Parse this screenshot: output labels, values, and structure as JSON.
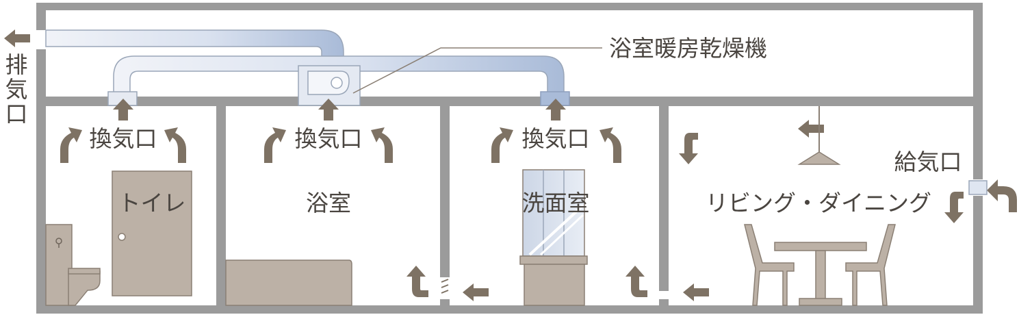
{
  "labels": {
    "exhaust_outlet": "排気口",
    "dryer": "浴室暖房乾燥機",
    "vent_toilet": "換気口",
    "vent_bath": "換気口",
    "vent_washroom": "換気口",
    "supply_inlet": "給気口",
    "toilet_door": "トイレ",
    "bathroom": "浴室",
    "washroom": "洗面室",
    "living_dining": "リビング・ダイニング"
  },
  "colors": {
    "wall": "#9b9b9b",
    "wall_stroke": "#8c8c8c",
    "arrow": "#7e7264",
    "furniture": "#bcb1a6",
    "furniture_stroke": "#8a7f74",
    "duct_light": "#eef1f7",
    "duct_dark": "#aebfdc",
    "text": "#4a4540"
  }
}
